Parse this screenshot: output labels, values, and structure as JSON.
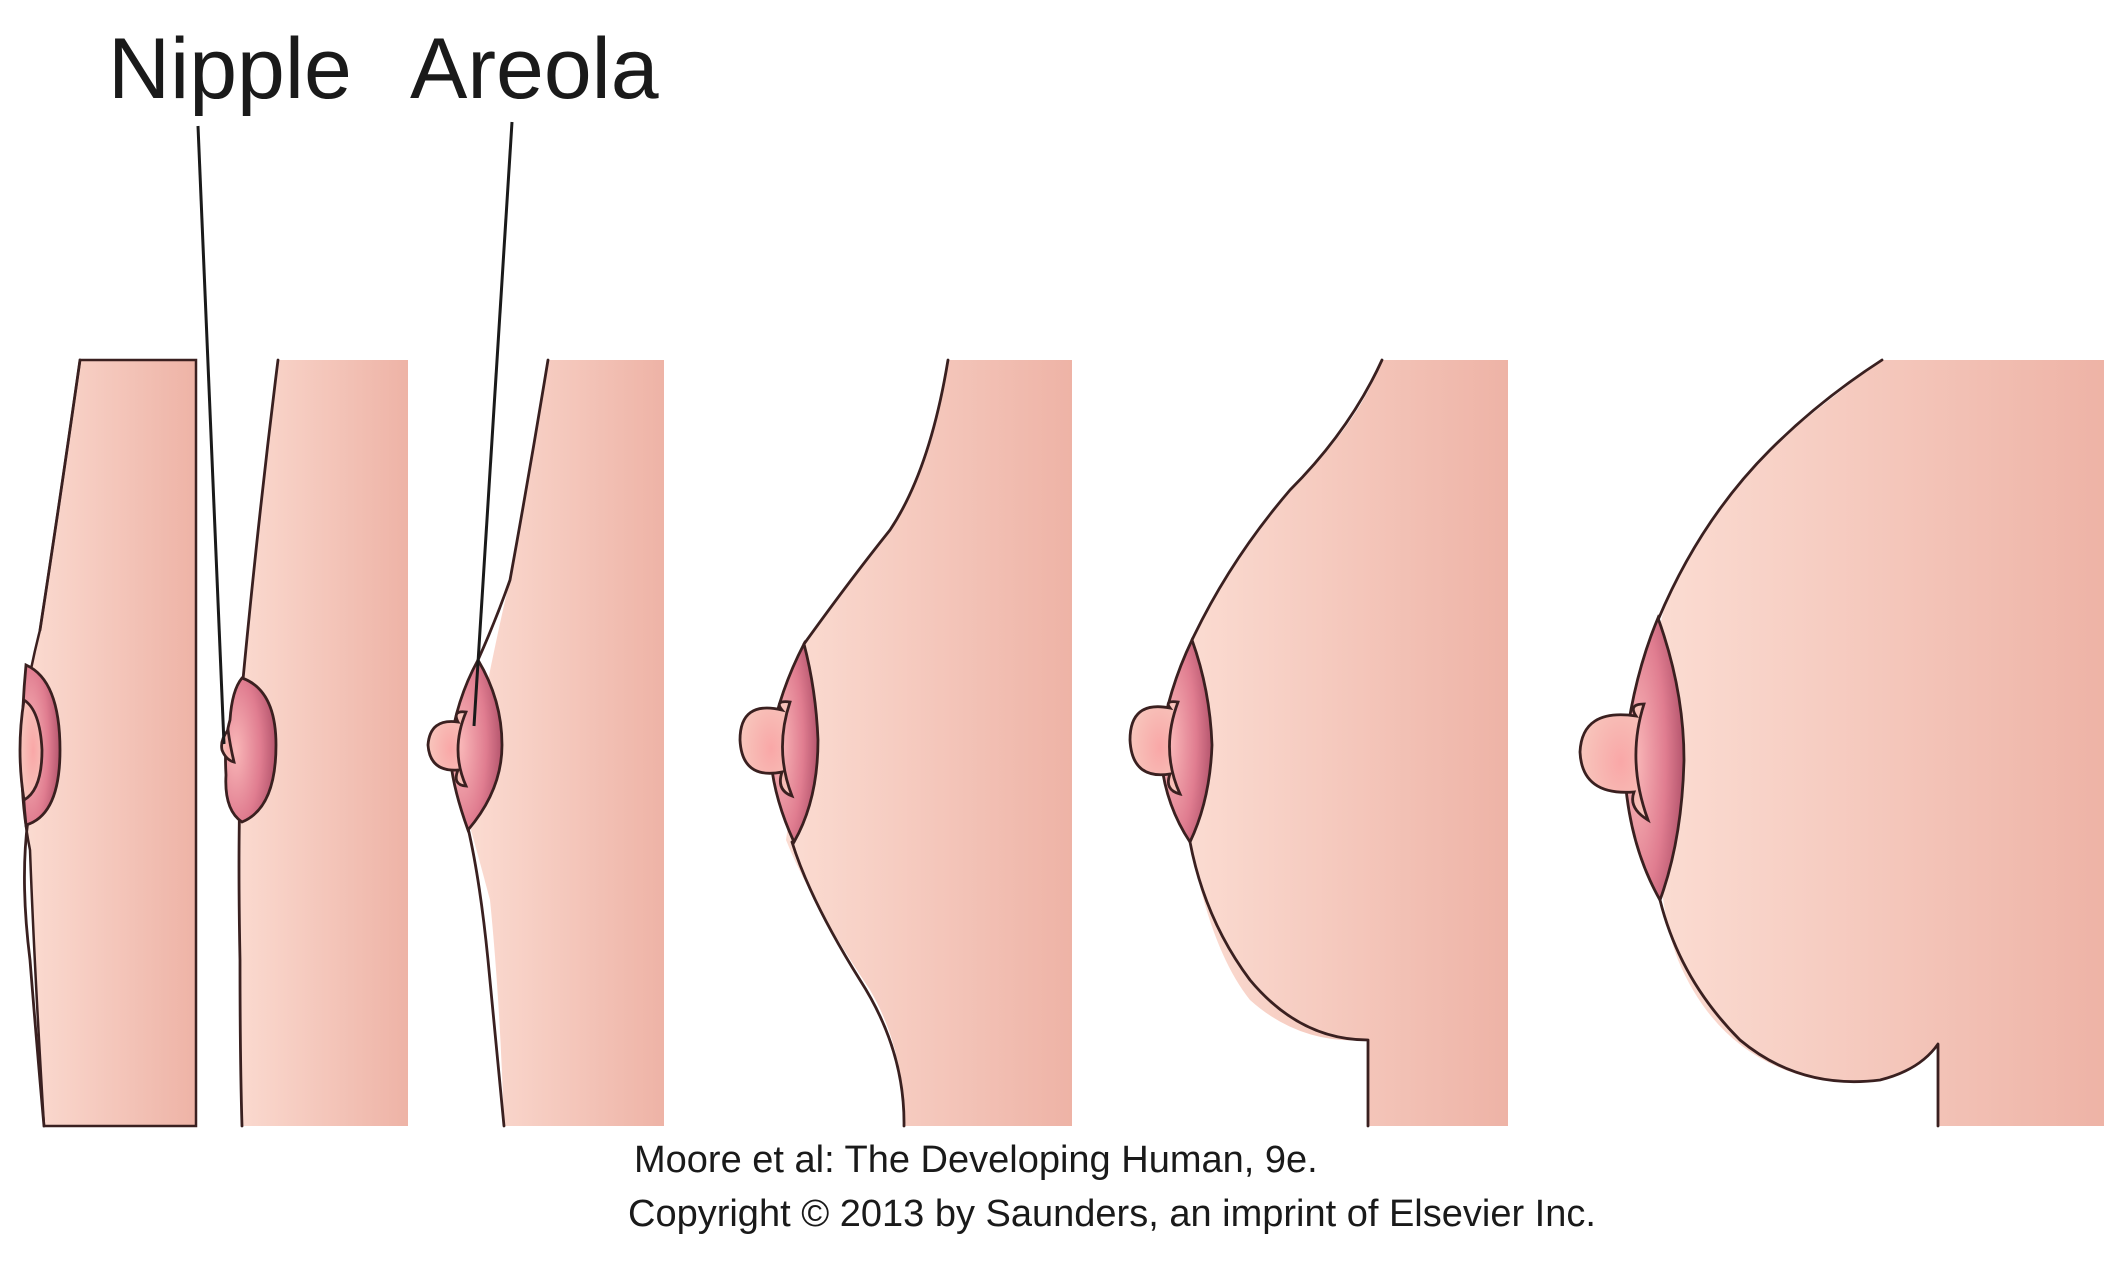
{
  "labels": {
    "nipple": "Nipple",
    "areola": "Areola"
  },
  "credit": {
    "line1": "Moore et al: The Developing Human, 9e.",
    "line2": "Copyright © 2013 by Saunders, an imprint of Elsevier Inc."
  },
  "stages_count": 6,
  "colors": {
    "skin_light": "#f9d6cc",
    "skin_dark": "#efb2a6",
    "areola_outer": "#b85570",
    "areola_inner": "#f7a0a8",
    "nipple": "#f6b8b0",
    "outline": "#3a2020"
  }
}
